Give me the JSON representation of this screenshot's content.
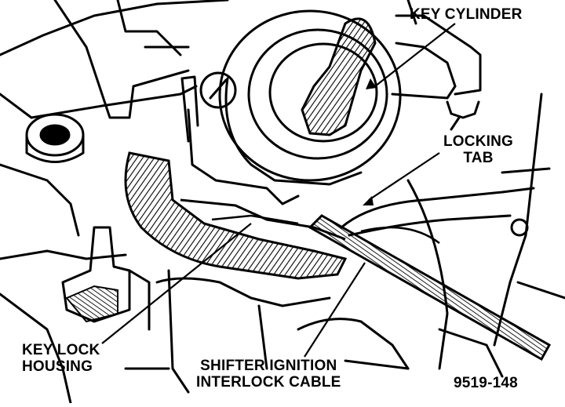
{
  "diagram": {
    "labels": {
      "key_cylinder": "KEY CYLINDER",
      "locking_tab_line1": "LOCKING",
      "locking_tab_line2": "TAB",
      "key_lock_housing_line1": "KEY LOCK",
      "key_lock_housing_line2": "HOUSING",
      "shifter_cable_line1": "SHIFTER IGNITION",
      "shifter_cable_line2": "INTERLOCK CABLE",
      "figure_id": "9519-148"
    },
    "colors": {
      "ink": "#000000",
      "paper": "#ffffff"
    }
  }
}
